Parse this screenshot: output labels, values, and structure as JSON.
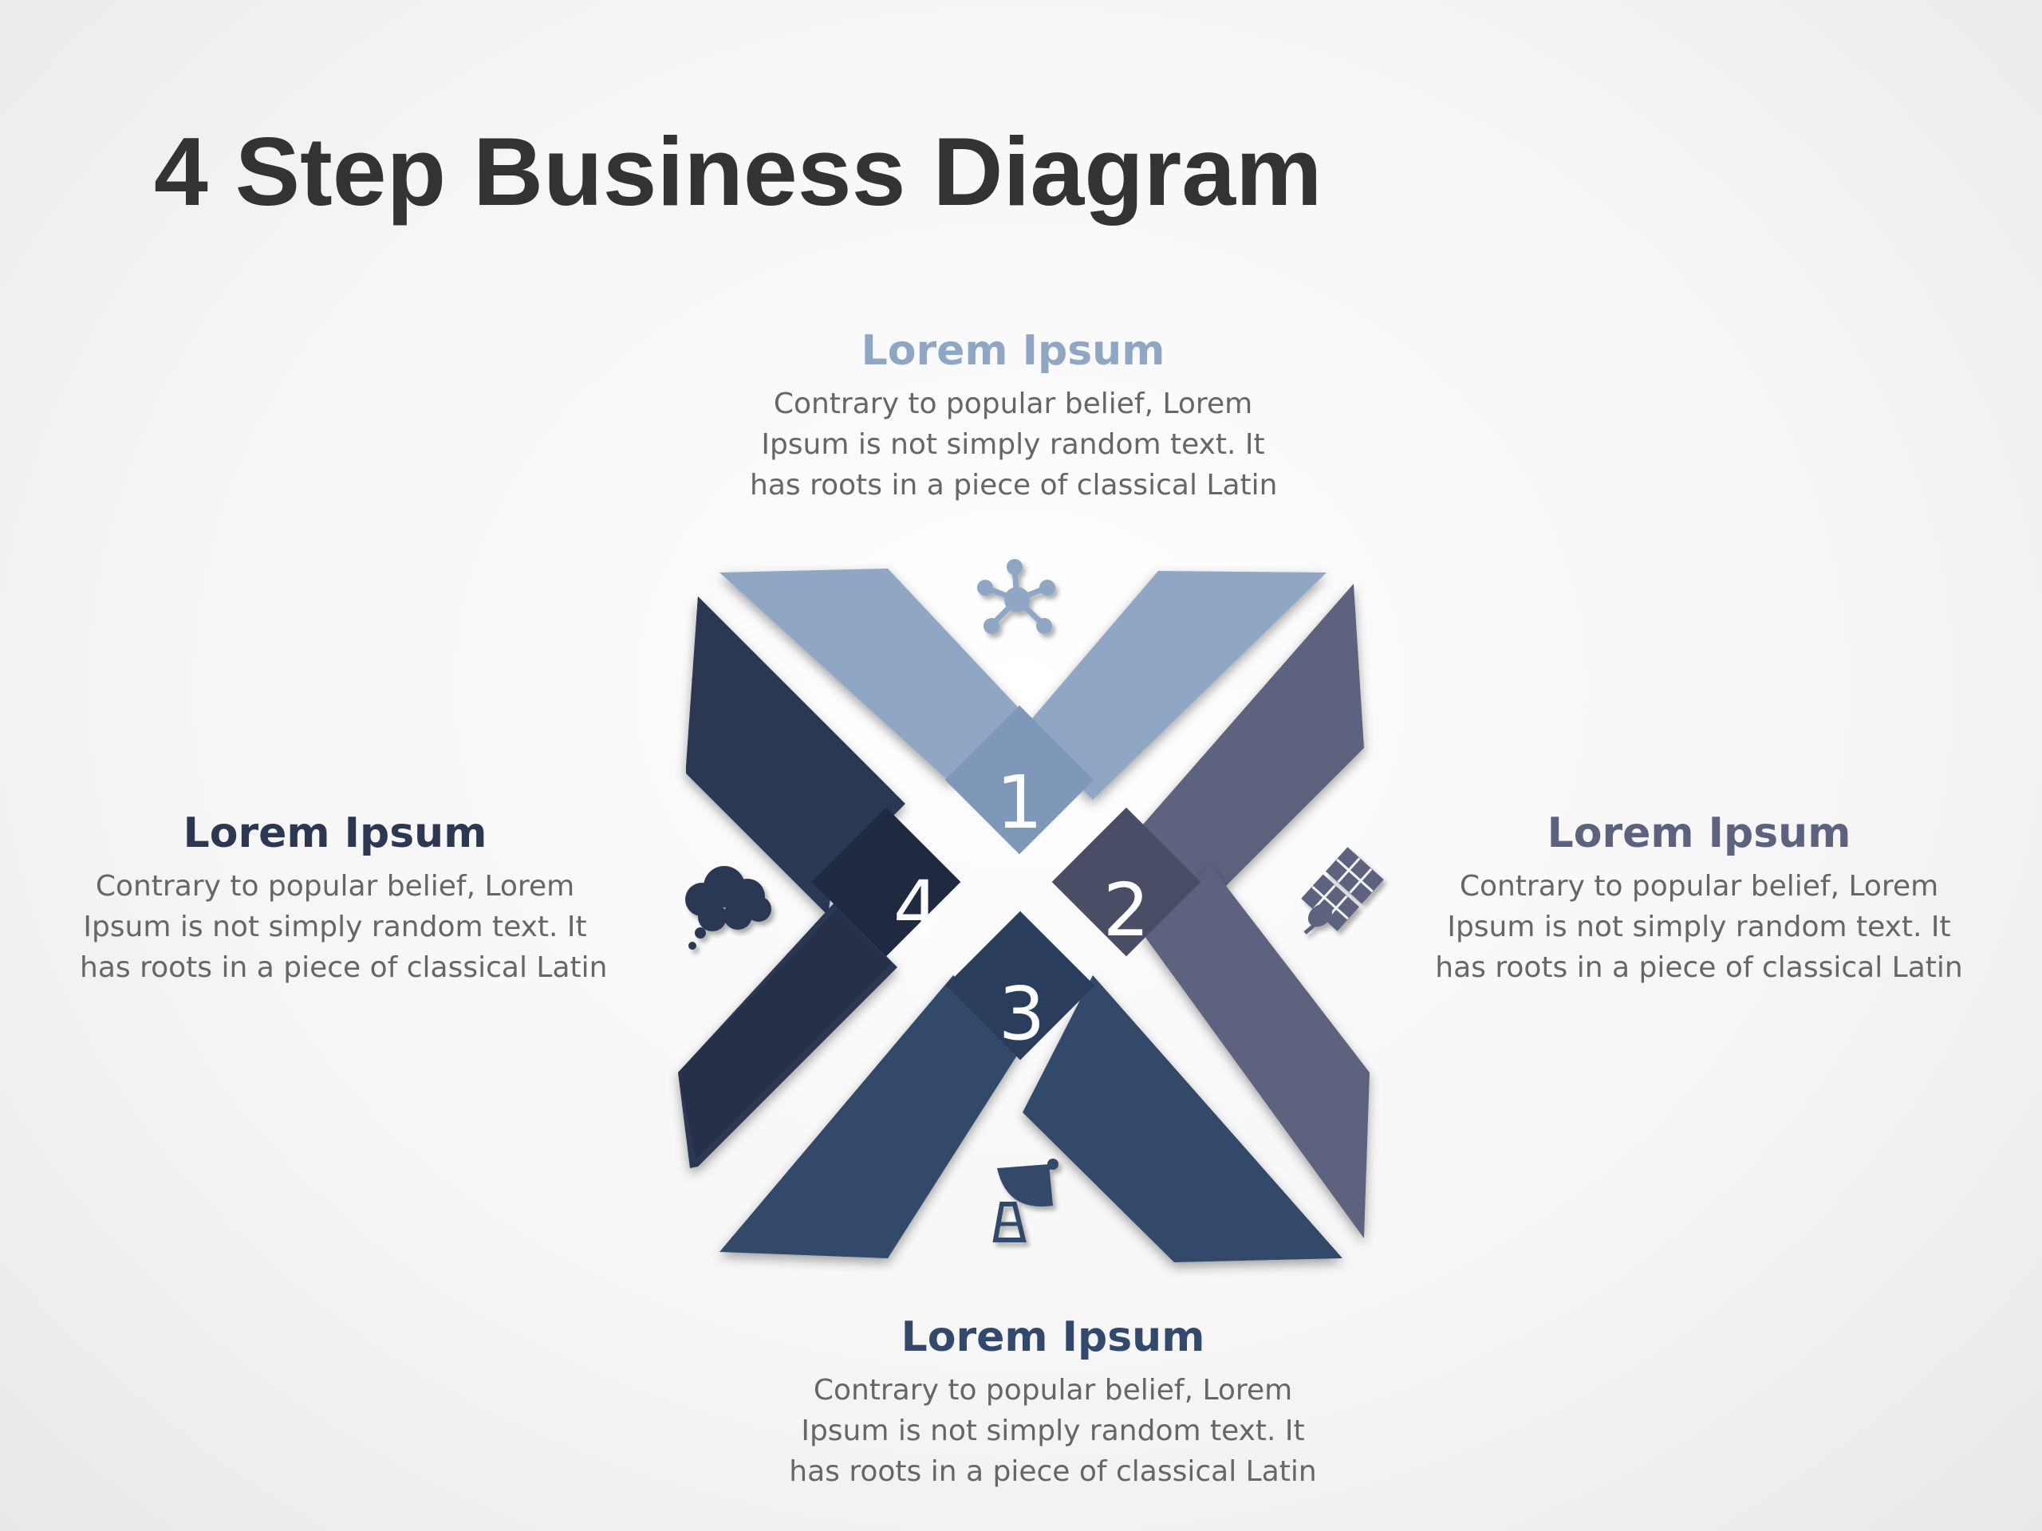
{
  "title": "4 Step Business Diagram",
  "colors": {
    "step1": "#8fa6c4",
    "step2": "#5d637e",
    "step3": "#33496b",
    "step4": "#2c3752",
    "text_body": "#666666",
    "title": "#333333"
  },
  "steps": [
    {
      "number": "1",
      "heading": "Lorem Ipsum",
      "lines": [
        "Contrary to popular belief, Lorem",
        "Ipsum is not simply random text. It",
        "has roots in a piece of classical Latin"
      ],
      "icon": "network-hub-icon"
    },
    {
      "number": "2",
      "heading": "Lorem Ipsum",
      "lines": [
        "Contrary to popular belief, Lorem",
        "Ipsum is not simply random text. It",
        "has roots in a piece of classical Latin"
      ],
      "icon": "satellite-icon"
    },
    {
      "number": "3",
      "heading": "Lorem Ipsum",
      "lines": [
        "Contrary to popular belief, Lorem",
        "Ipsum is not simply random text. It",
        "has roots in a piece of classical Latin"
      ],
      "icon": "satellite-dish-icon"
    },
    {
      "number": "4",
      "heading": "Lorem Ipsum",
      "lines": [
        "Contrary to popular belief, Lorem",
        "Ipsum is not simply random text. It",
        "has roots in a piece of classical Latin"
      ],
      "icon": "thought-cloud-icon"
    }
  ]
}
